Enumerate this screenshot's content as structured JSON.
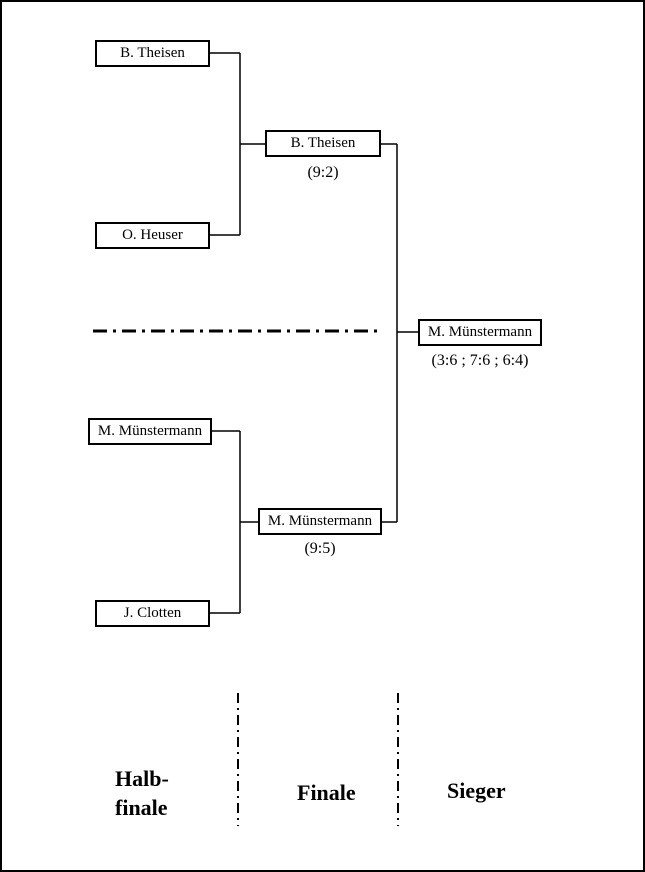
{
  "bracket": {
    "semifinal_top": {
      "player1": "B. Theisen",
      "player2": "O. Heuser",
      "winner": "B. Theisen",
      "score": "(9:2)"
    },
    "semifinal_bottom": {
      "player1": "M. Münstermann",
      "player2": "J. Clotten",
      "winner": "M. Münstermann",
      "score": "(9:5)"
    },
    "final": {
      "winner": "M. Münstermann",
      "score": "(3:6 ; 7:6 ; 6:4)"
    }
  },
  "round_labels": {
    "semifinal_line1": "Halb-",
    "semifinal_line2": "finale",
    "final": "Finale",
    "winner": "Sieger"
  },
  "colors": {
    "line": "#000000",
    "background": "#ffffff",
    "text": "#000000"
  }
}
